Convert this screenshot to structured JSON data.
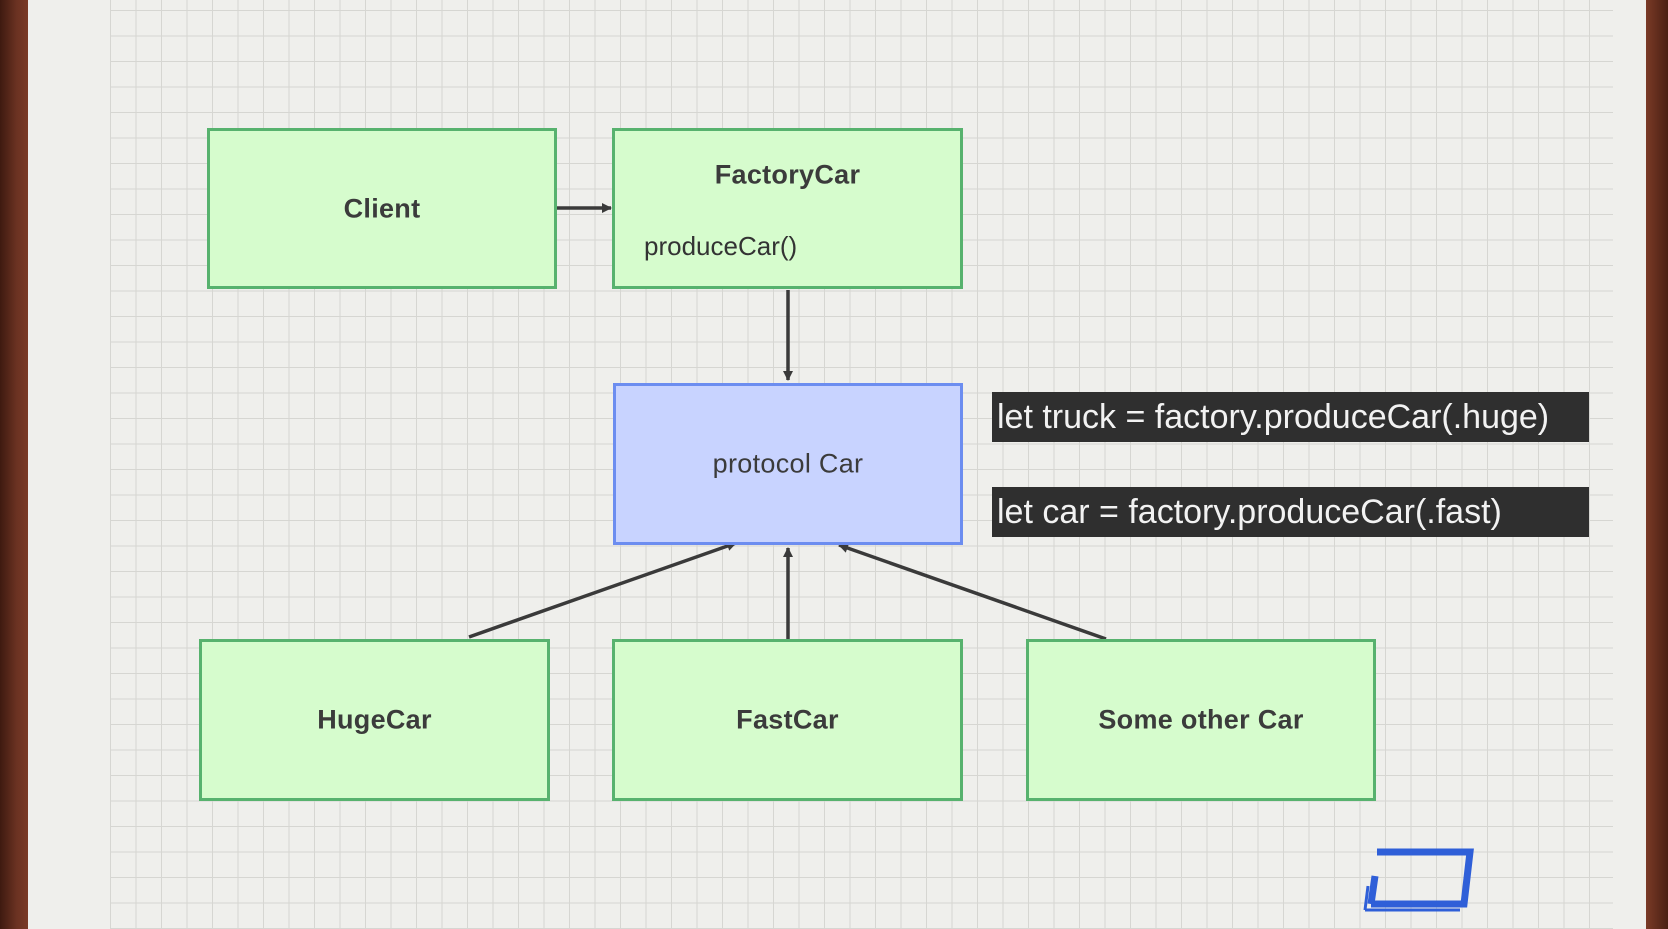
{
  "diagram": {
    "client": {
      "title": "Client"
    },
    "factory": {
      "title": "FactoryCar",
      "method": "produceCar()"
    },
    "protocol": {
      "title": "protocol Car"
    },
    "huge_car": {
      "title": "HugeCar"
    },
    "fast_car": {
      "title": "FastCar"
    },
    "other_car": {
      "title": "Some other Car"
    }
  },
  "code_lines": {
    "truck": "let truck = factory.produceCar(.huge)",
    "car": "let car = factory.produceCar(.fast)"
  },
  "colors": {
    "class_fill": "#d6fccd",
    "class_border": "#57b26e",
    "protocol_fill": "#c8d3ff",
    "protocol_border": "#6c8df0",
    "code_background": "#2f2f2f",
    "logo_blue": "#2f5fd8"
  },
  "icons": {
    "logo": "brand-logo-icon"
  }
}
